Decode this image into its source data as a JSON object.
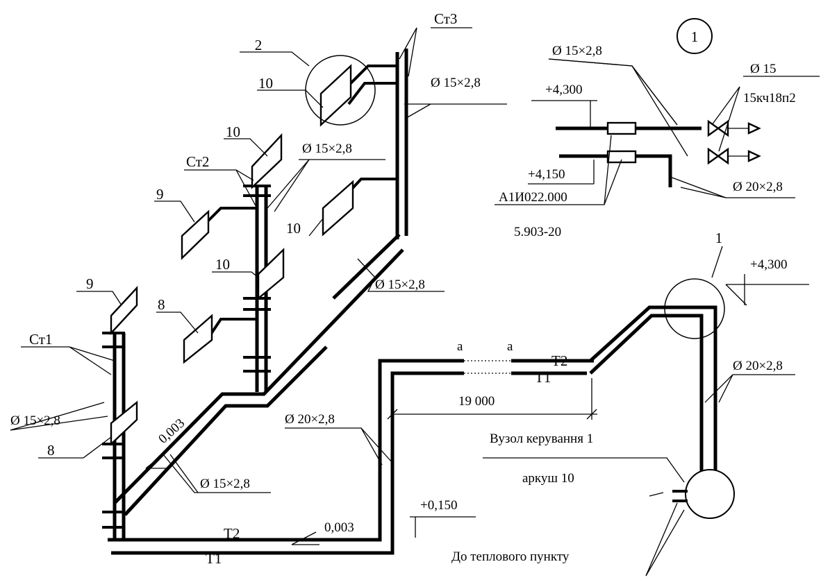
{
  "callouts": {
    "detail_number": "1",
    "detail_ref_left": "2",
    "detail_ref_right": "1"
  },
  "risers": {
    "st1": "Ст1",
    "st2": "Ст2",
    "st3": "Ст3"
  },
  "radiators": {
    "r9_top": "9",
    "r9_left": "9",
    "r10_top": "10",
    "r10_mid": "10",
    "r10_low": "10",
    "r10_st3": "10",
    "r8_mid": "8",
    "r8_low": "8"
  },
  "pipe_sizes": {
    "d15_st3": "Ø 15×2,8",
    "d15_st2": "Ø 15×2,8",
    "d15_mid": "Ø 15×2,8",
    "d15_st1": "Ø 15×2,8",
    "d15_main": "Ø 15×2,8",
    "d20_riser": "Ø 20×2,8",
    "d20_right": "Ø 20×2,8"
  },
  "slopes": {
    "slope_left": "0,003",
    "slope_bottom": "0,003"
  },
  "lines": {
    "t2_bottom": "Т2",
    "t1_bottom": "Т1",
    "t2_top": "Т2",
    "t1_top": "Т1",
    "break_a1": "a",
    "break_a2": "a"
  },
  "elevations": {
    "el_4300_main": "+4,300",
    "el_0150": "+0,150",
    "el_4300_detail": "+4,300",
    "el_4150_detail": "+4,150"
  },
  "dimensions": {
    "length": "19 000"
  },
  "detail": {
    "pipe_top": "Ø 15×2,8",
    "valve_size": "Ø 15",
    "valve_code": "15кч18п2",
    "pipe_bottom": "Ø 20×2,8",
    "part_code": "А1И022.000",
    "part_series": "5.903-20"
  },
  "notes": {
    "control_unit": "Вузол керування 1",
    "sheet": "аркуш 10",
    "to_heat_point": "До теплового пункту"
  }
}
